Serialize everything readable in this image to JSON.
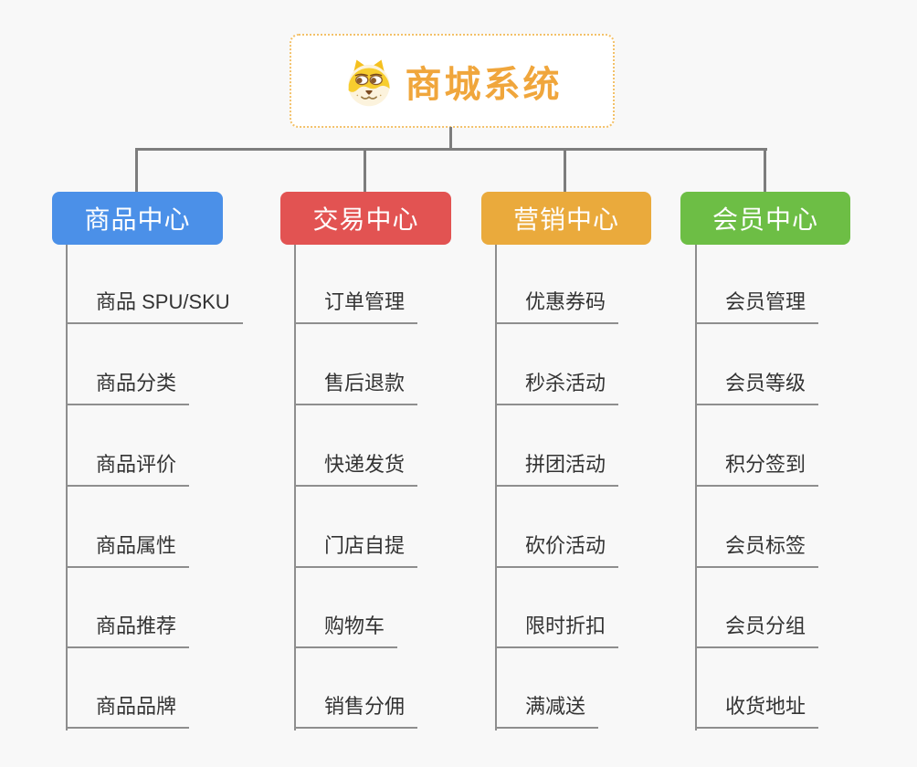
{
  "root": {
    "title": "商城系统",
    "icon": "shiba-dog-icon"
  },
  "colors": {
    "background": "#f8f8f8",
    "root_title": "#f0a63c",
    "root_border": "#f3c169",
    "connector": "#7d7d7d",
    "child_line": "#8e8e8e",
    "child_text": "#333333",
    "branch_product": "#4b90e8",
    "branch_trade": "#e25352",
    "branch_marketing": "#eaaa3c",
    "branch_member": "#6dbe45"
  },
  "branches": [
    {
      "label": "商品中心",
      "color": "#4b90e8",
      "children": [
        "商品 SPU/SKU",
        "商品分类",
        "商品评价",
        "商品属性",
        "商品推荐",
        "商品品牌"
      ]
    },
    {
      "label": "交易中心",
      "color": "#e25352",
      "children": [
        "订单管理",
        "售后退款",
        "快递发货",
        "门店自提",
        "购物车",
        "销售分佣"
      ]
    },
    {
      "label": "营销中心",
      "color": "#eaaa3c",
      "children": [
        "优惠券码",
        "秒杀活动",
        "拼团活动",
        "砍价活动",
        "限时折扣",
        "满减送"
      ]
    },
    {
      "label": "会员中心",
      "color": "#6dbe45",
      "children": [
        "会员管理",
        "会员等级",
        "积分签到",
        "会员标签",
        "会员分组",
        "收货地址"
      ]
    }
  ]
}
